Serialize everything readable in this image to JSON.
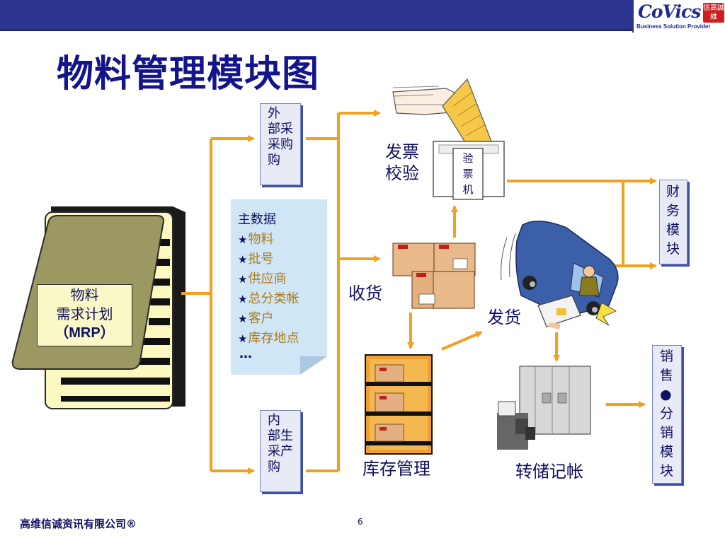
{
  "header": {
    "logo_text": "CoVics",
    "logo_seal": "信高誠維",
    "logo_subtitle": "Business Solution Provider"
  },
  "title": "物料管理模块图",
  "mrp": {
    "line1": "物料",
    "line2": "需求计划",
    "line3": "（MRP）"
  },
  "boxes": {
    "external_purchase": [
      "外",
      "部采",
      "采购",
      "购"
    ],
    "internal_purchase": [
      "内",
      "部生",
      "采产",
      "购"
    ],
    "finance": [
      "财",
      "务",
      "模",
      "块"
    ],
    "sales": [
      "销",
      "售",
      "●",
      "分",
      "销",
      "模",
      "块"
    ],
    "validator": [
      "验",
      "票",
      "机"
    ]
  },
  "master_data": {
    "title": "主数据",
    "items": [
      "物料",
      "批号",
      "供应商",
      "总分类帐",
      "客户",
      "库存地点"
    ],
    "more": "…"
  },
  "labels": {
    "invoice_verify_1": "发票",
    "invoice_verify_2": "校验",
    "receiving": "收货",
    "shipping": "发货",
    "inventory": "库存管理",
    "posting": "转储记帐"
  },
  "footer": {
    "company": "高维信诚资讯有限公司®",
    "page": "6"
  },
  "colors": {
    "header_bar": "#2b3590",
    "title": "#14148c",
    "arrow": "#f2a020",
    "box_shadow": "#3d4fa8",
    "note_fill": "#cfe6f7",
    "note_item": "#b07a10"
  }
}
